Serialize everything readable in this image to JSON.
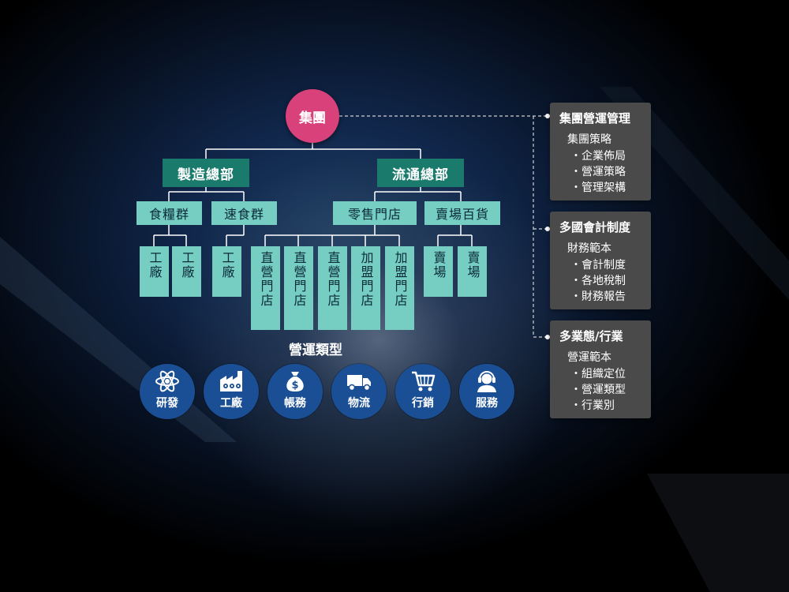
{
  "root": {
    "label": "集團"
  },
  "hq": [
    {
      "label": "製造總部",
      "groups": [
        {
          "label": "食糧群",
          "units": [
            "工廠",
            "工廠"
          ]
        },
        {
          "label": "速食群",
          "units": [
            "工廠"
          ]
        }
      ]
    },
    {
      "label": "流通總部",
      "groups": [
        {
          "label": "零售門店",
          "units": [
            "直營門店",
            "直營門店",
            "直營門店",
            "加盟門店",
            "加盟門店"
          ]
        },
        {
          "label": "賣場百貨",
          "units": [
            "賣場",
            "賣場"
          ]
        }
      ]
    }
  ],
  "operations": {
    "title": "營運類型",
    "items": [
      {
        "label": "研發",
        "icon": "atom-icon"
      },
      {
        "label": "工廠",
        "icon": "factory-icon"
      },
      {
        "label": "帳務",
        "icon": "money-bag-icon"
      },
      {
        "label": "物流",
        "icon": "truck-icon"
      },
      {
        "label": "行銷",
        "icon": "shopping-cart-icon"
      },
      {
        "label": "服務",
        "icon": "headset-agent-icon"
      }
    ]
  },
  "panels": [
    {
      "title": "集團營運管理",
      "subtitle": "集團策略",
      "items": [
        "企業佈局",
        "營運策略",
        "管理架構"
      ]
    },
    {
      "title": "多國會計制度",
      "subtitle": "財務範本",
      "items": [
        "會計制度",
        "各地稅制",
        "財務報告"
      ]
    },
    {
      "title": "多業態/行業",
      "subtitle": "營運範本",
      "items": [
        "組織定位",
        "營運類型",
        "行業別"
      ]
    }
  ],
  "colors": {
    "root": "#d9417a",
    "hq": "#1a7a6c",
    "group": "#76cec3",
    "operation_circle": "#1a4f95",
    "panel": "#4a4a4a"
  }
}
